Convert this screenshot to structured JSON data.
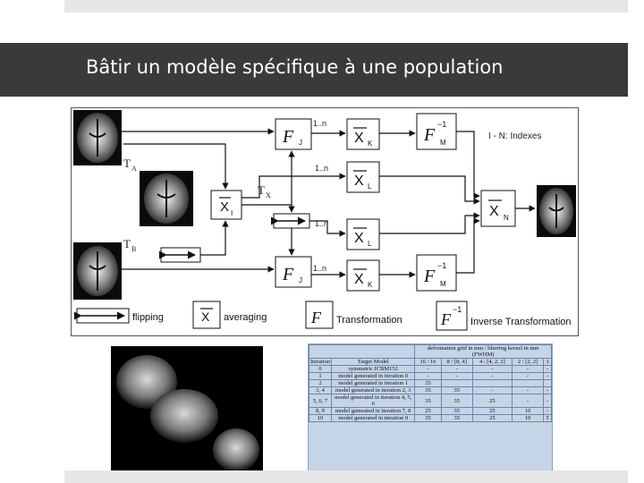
{
  "slide": {
    "title": "Bâtir un modèle spécifique à une population"
  },
  "diagram": {
    "label_ta": "T",
    "label_ta_sub": "A",
    "label_tb": "T",
    "label_tb_sub": "B",
    "label_tx": "T",
    "label_tx_sub": "X",
    "loop_label": "1..n",
    "index_note": "I - N: Indexes",
    "f": "F",
    "x": "X",
    "sub_j": "J",
    "sub_k": "K",
    "sub_l": "L",
    "sub_m": "M",
    "sub_i": "I",
    "sub_n": "N",
    "inv": "−1",
    "legend_flipping": "flipping",
    "legend_averaging": "averaging",
    "legend_transformation": "Transformation",
    "legend_inverse": "Inverse Transformation"
  },
  "table": {
    "group_header": "deformation grid in mm / blurring kernel in mm (FWHM)",
    "col_iteration": "Iteration",
    "col_target": "Target Model",
    "param_headers": [
      "16 / 16",
      "8 / [8, 4]",
      "4 / [4, 2, 2]",
      "2 / [2, 2]",
      "1"
    ],
    "rows": [
      {
        "iteration": "0",
        "target": "symmetric ICBM152",
        "vals": [
          "-",
          "-",
          "-",
          "-",
          "-"
        ]
      },
      {
        "iteration": "1",
        "target": "model generated in iteration 0",
        "vals": [
          "-",
          "-",
          "-",
          "-",
          "-"
        ]
      },
      {
        "iteration": "2",
        "target": "model generated in iteration 1",
        "vals": [
          "35",
          "",
          "",
          "",
          ""
        ]
      },
      {
        "iteration": "3, 4",
        "target": "model generated in iteration 2, 3",
        "vals": [
          "35",
          "35",
          "-",
          "-",
          "-"
        ]
      },
      {
        "iteration": "5, 6, 7",
        "target": "model generated in iteration 4, 5, 6",
        "vals": [
          "35",
          "35",
          "25",
          "-",
          "-"
        ]
      },
      {
        "iteration": "8, 9",
        "target": "model generated in iteration 7, 8",
        "vals": [
          "25",
          "35",
          "25",
          "10",
          "-"
        ]
      },
      {
        "iteration": "10",
        "target": "model generated in iteration 9",
        "vals": [
          "35",
          "35",
          "25",
          "10",
          "5"
        ]
      }
    ]
  },
  "colors": {
    "title_band": "#3a3a3a",
    "title_text": "#ffffff",
    "table_bg": "#c5d4e6"
  }
}
